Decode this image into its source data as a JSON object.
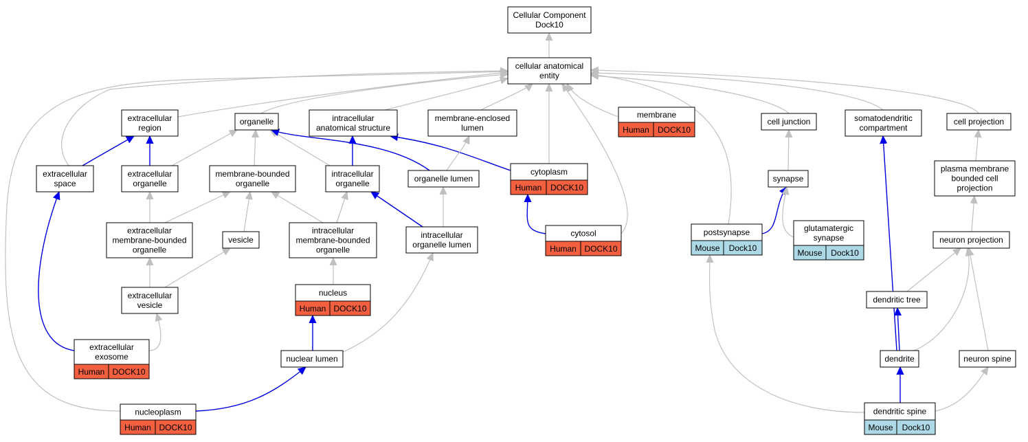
{
  "colors": {
    "human": "#f36040",
    "mouse": "#add8e6",
    "gray_edge": "#c0c0c0",
    "blue_edge": "#0000dd"
  },
  "nodes": {
    "root": {
      "lines": [
        "Cellular Component",
        "Dock10"
      ]
    },
    "cae": {
      "lines": [
        "cellular anatomical",
        "entity"
      ]
    },
    "ecr": {
      "lines": [
        "extracellular",
        "region"
      ]
    },
    "org": {
      "lines": [
        "organelle"
      ]
    },
    "ias": {
      "lines": [
        "intracellular",
        "anatomical structure"
      ]
    },
    "mel": {
      "lines": [
        "membrane-enclosed",
        "lumen"
      ]
    },
    "mem": {
      "lines": [
        "membrane"
      ],
      "tag": {
        "species": "Human",
        "gene": "DOCK10"
      }
    },
    "cj": {
      "lines": [
        "cell junction"
      ]
    },
    "sdc": {
      "lines": [
        "somatodendritic",
        "compartment"
      ]
    },
    "cp": {
      "lines": [
        "cell projection"
      ]
    },
    "ecs": {
      "lines": [
        "extracellular",
        "space"
      ]
    },
    "eco": {
      "lines": [
        "extracellular",
        "organelle"
      ]
    },
    "mbo": {
      "lines": [
        "membrane-bounded",
        "organelle"
      ]
    },
    "ico": {
      "lines": [
        "intracellular",
        "organelle"
      ]
    },
    "orl": {
      "lines": [
        "organelle lumen"
      ]
    },
    "cyt": {
      "lines": [
        "cytoplasm"
      ],
      "tag": {
        "species": "Human",
        "gene": "DOCK10"
      }
    },
    "syn": {
      "lines": [
        "synapse"
      ]
    },
    "pmb": {
      "lines": [
        "plasma membrane",
        "bounded cell",
        "projection"
      ]
    },
    "emb": {
      "lines": [
        "extracellular",
        "membrane-bounded",
        "organelle"
      ]
    },
    "ves": {
      "lines": [
        "vesicle"
      ]
    },
    "imb": {
      "lines": [
        "intracellular",
        "membrane-bounded",
        "organelle"
      ]
    },
    "iol": {
      "lines": [
        "intracellular",
        "organelle lumen"
      ]
    },
    "cyto": {
      "lines": [
        "cytosol"
      ],
      "tag": {
        "species": "Human",
        "gene": "DOCK10"
      }
    },
    "pos": {
      "lines": [
        "postsynapse"
      ],
      "tag": {
        "species": "Mouse",
        "gene": "Dock10"
      }
    },
    "glu": {
      "lines": [
        "glutamatergic",
        "synapse"
      ],
      "tag": {
        "species": "Mouse",
        "gene": "Dock10"
      }
    },
    "np": {
      "lines": [
        "neuron projection"
      ]
    },
    "ev": {
      "lines": [
        "extracellular",
        "vesicle"
      ]
    },
    "nuc": {
      "lines": [
        "nucleus"
      ],
      "tag": {
        "species": "Human",
        "gene": "DOCK10"
      }
    },
    "dt": {
      "lines": [
        "dendritic tree"
      ]
    },
    "exo": {
      "lines": [
        "extracellular",
        "exosome"
      ],
      "tag": {
        "species": "Human",
        "gene": "DOCK10"
      }
    },
    "nl": {
      "lines": [
        "nuclear lumen"
      ]
    },
    "den": {
      "lines": [
        "dendrite"
      ]
    },
    "nsp": {
      "lines": [
        "neuron spine"
      ]
    },
    "npl": {
      "lines": [
        "nucleoplasm"
      ],
      "tag": {
        "species": "Human",
        "gene": "DOCK10"
      }
    },
    "ds": {
      "lines": [
        "dendritic spine"
      ],
      "tag": {
        "species": "Mouse",
        "gene": "Dock10"
      }
    }
  },
  "edges": [
    {
      "from": "cae",
      "to": "root",
      "type": "gray"
    },
    {
      "from": "ecr",
      "to": "cae",
      "type": "gray"
    },
    {
      "from": "org",
      "to": "cae",
      "type": "gray"
    },
    {
      "from": "ias",
      "to": "cae",
      "type": "gray"
    },
    {
      "from": "mel",
      "to": "cae",
      "type": "gray"
    },
    {
      "from": "mem",
      "to": "cae",
      "type": "gray"
    },
    {
      "from": "cj",
      "to": "cae",
      "type": "gray"
    },
    {
      "from": "sdc",
      "to": "cae",
      "type": "gray"
    },
    {
      "from": "cp",
      "to": "cae",
      "type": "gray"
    },
    {
      "from": "ecs",
      "to": "cae",
      "type": "gray"
    },
    {
      "from": "cyt",
      "to": "cae",
      "type": "gray"
    },
    {
      "from": "cyto",
      "to": "cae",
      "type": "gray"
    },
    {
      "from": "pos",
      "to": "cae",
      "type": "gray"
    },
    {
      "from": "npl",
      "to": "cae",
      "type": "gray"
    },
    {
      "from": "ecs",
      "to": "ecr",
      "type": "blue"
    },
    {
      "from": "eco",
      "to": "ecr",
      "type": "blue"
    },
    {
      "from": "eco",
      "to": "org",
      "type": "gray"
    },
    {
      "from": "mbo",
      "to": "org",
      "type": "gray"
    },
    {
      "from": "ico",
      "to": "org",
      "type": "gray"
    },
    {
      "from": "orl",
      "to": "org",
      "type": "blue"
    },
    {
      "from": "ico",
      "to": "ias",
      "type": "blue"
    },
    {
      "from": "cyt",
      "to": "ias",
      "type": "blue"
    },
    {
      "from": "orl",
      "to": "mel",
      "type": "gray"
    },
    {
      "from": "syn",
      "to": "cj",
      "type": "gray"
    },
    {
      "from": "den",
      "to": "sdc",
      "type": "blue"
    },
    {
      "from": "pmb",
      "to": "cp",
      "type": "gray"
    },
    {
      "from": "emb",
      "to": "eco",
      "type": "gray"
    },
    {
      "from": "emb",
      "to": "mbo",
      "type": "gray"
    },
    {
      "from": "ves",
      "to": "mbo",
      "type": "gray"
    },
    {
      "from": "imb",
      "to": "mbo",
      "type": "gray"
    },
    {
      "from": "imb",
      "to": "ico",
      "type": "gray"
    },
    {
      "from": "iol",
      "to": "ico",
      "type": "blue"
    },
    {
      "from": "iol",
      "to": "orl",
      "type": "gray"
    },
    {
      "from": "cyto",
      "to": "cyt",
      "type": "blue"
    },
    {
      "from": "pos",
      "to": "syn",
      "type": "blue"
    },
    {
      "from": "glu",
      "to": "syn",
      "type": "gray"
    },
    {
      "from": "np",
      "to": "pmb",
      "type": "gray"
    },
    {
      "from": "ev",
      "to": "emb",
      "type": "gray"
    },
    {
      "from": "ev",
      "to": "ves",
      "type": "gray"
    },
    {
      "from": "nuc",
      "to": "imb",
      "type": "gray"
    },
    {
      "from": "nl",
      "to": "iol",
      "type": "gray"
    },
    {
      "from": "dt",
      "to": "np",
      "type": "gray"
    },
    {
      "from": "den",
      "to": "np",
      "type": "gray"
    },
    {
      "from": "nsp",
      "to": "np",
      "type": "gray"
    },
    {
      "from": "den",
      "to": "dt",
      "type": "blue"
    },
    {
      "from": "exo",
      "to": "ecs",
      "type": "blue"
    },
    {
      "from": "exo",
      "to": "ev",
      "type": "gray"
    },
    {
      "from": "nl",
      "to": "nuc",
      "type": "blue"
    },
    {
      "from": "npl",
      "to": "nl",
      "type": "blue"
    },
    {
      "from": "ds",
      "to": "den",
      "type": "blue"
    },
    {
      "from": "ds",
      "to": "nsp",
      "type": "gray"
    },
    {
      "from": "ds",
      "to": "pos",
      "type": "gray"
    }
  ]
}
